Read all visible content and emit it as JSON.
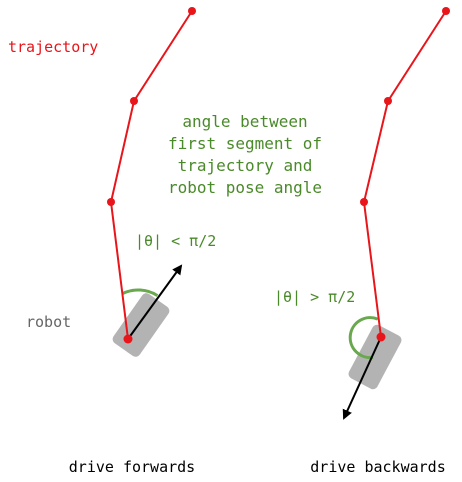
{
  "labels": {
    "trajectory": "trajectory",
    "robot": "robot",
    "angle_note_lines": [
      "angle between",
      "first segment of",
      "trajectory and",
      "robot pose angle"
    ],
    "theta_forward": "|θ| < π/2",
    "theta_backward": "|θ| > π/2",
    "caption_left": "drive forwards",
    "caption_right": "drive backwards"
  },
  "colors": {
    "trajectory": "#e8151b",
    "angle": "#4a8a2a",
    "angle_arc": "#6aa84f",
    "robot_body": "#b3b3b3",
    "robot_label": "#666666",
    "arrow": "#000000",
    "caption": "#000000"
  }
}
